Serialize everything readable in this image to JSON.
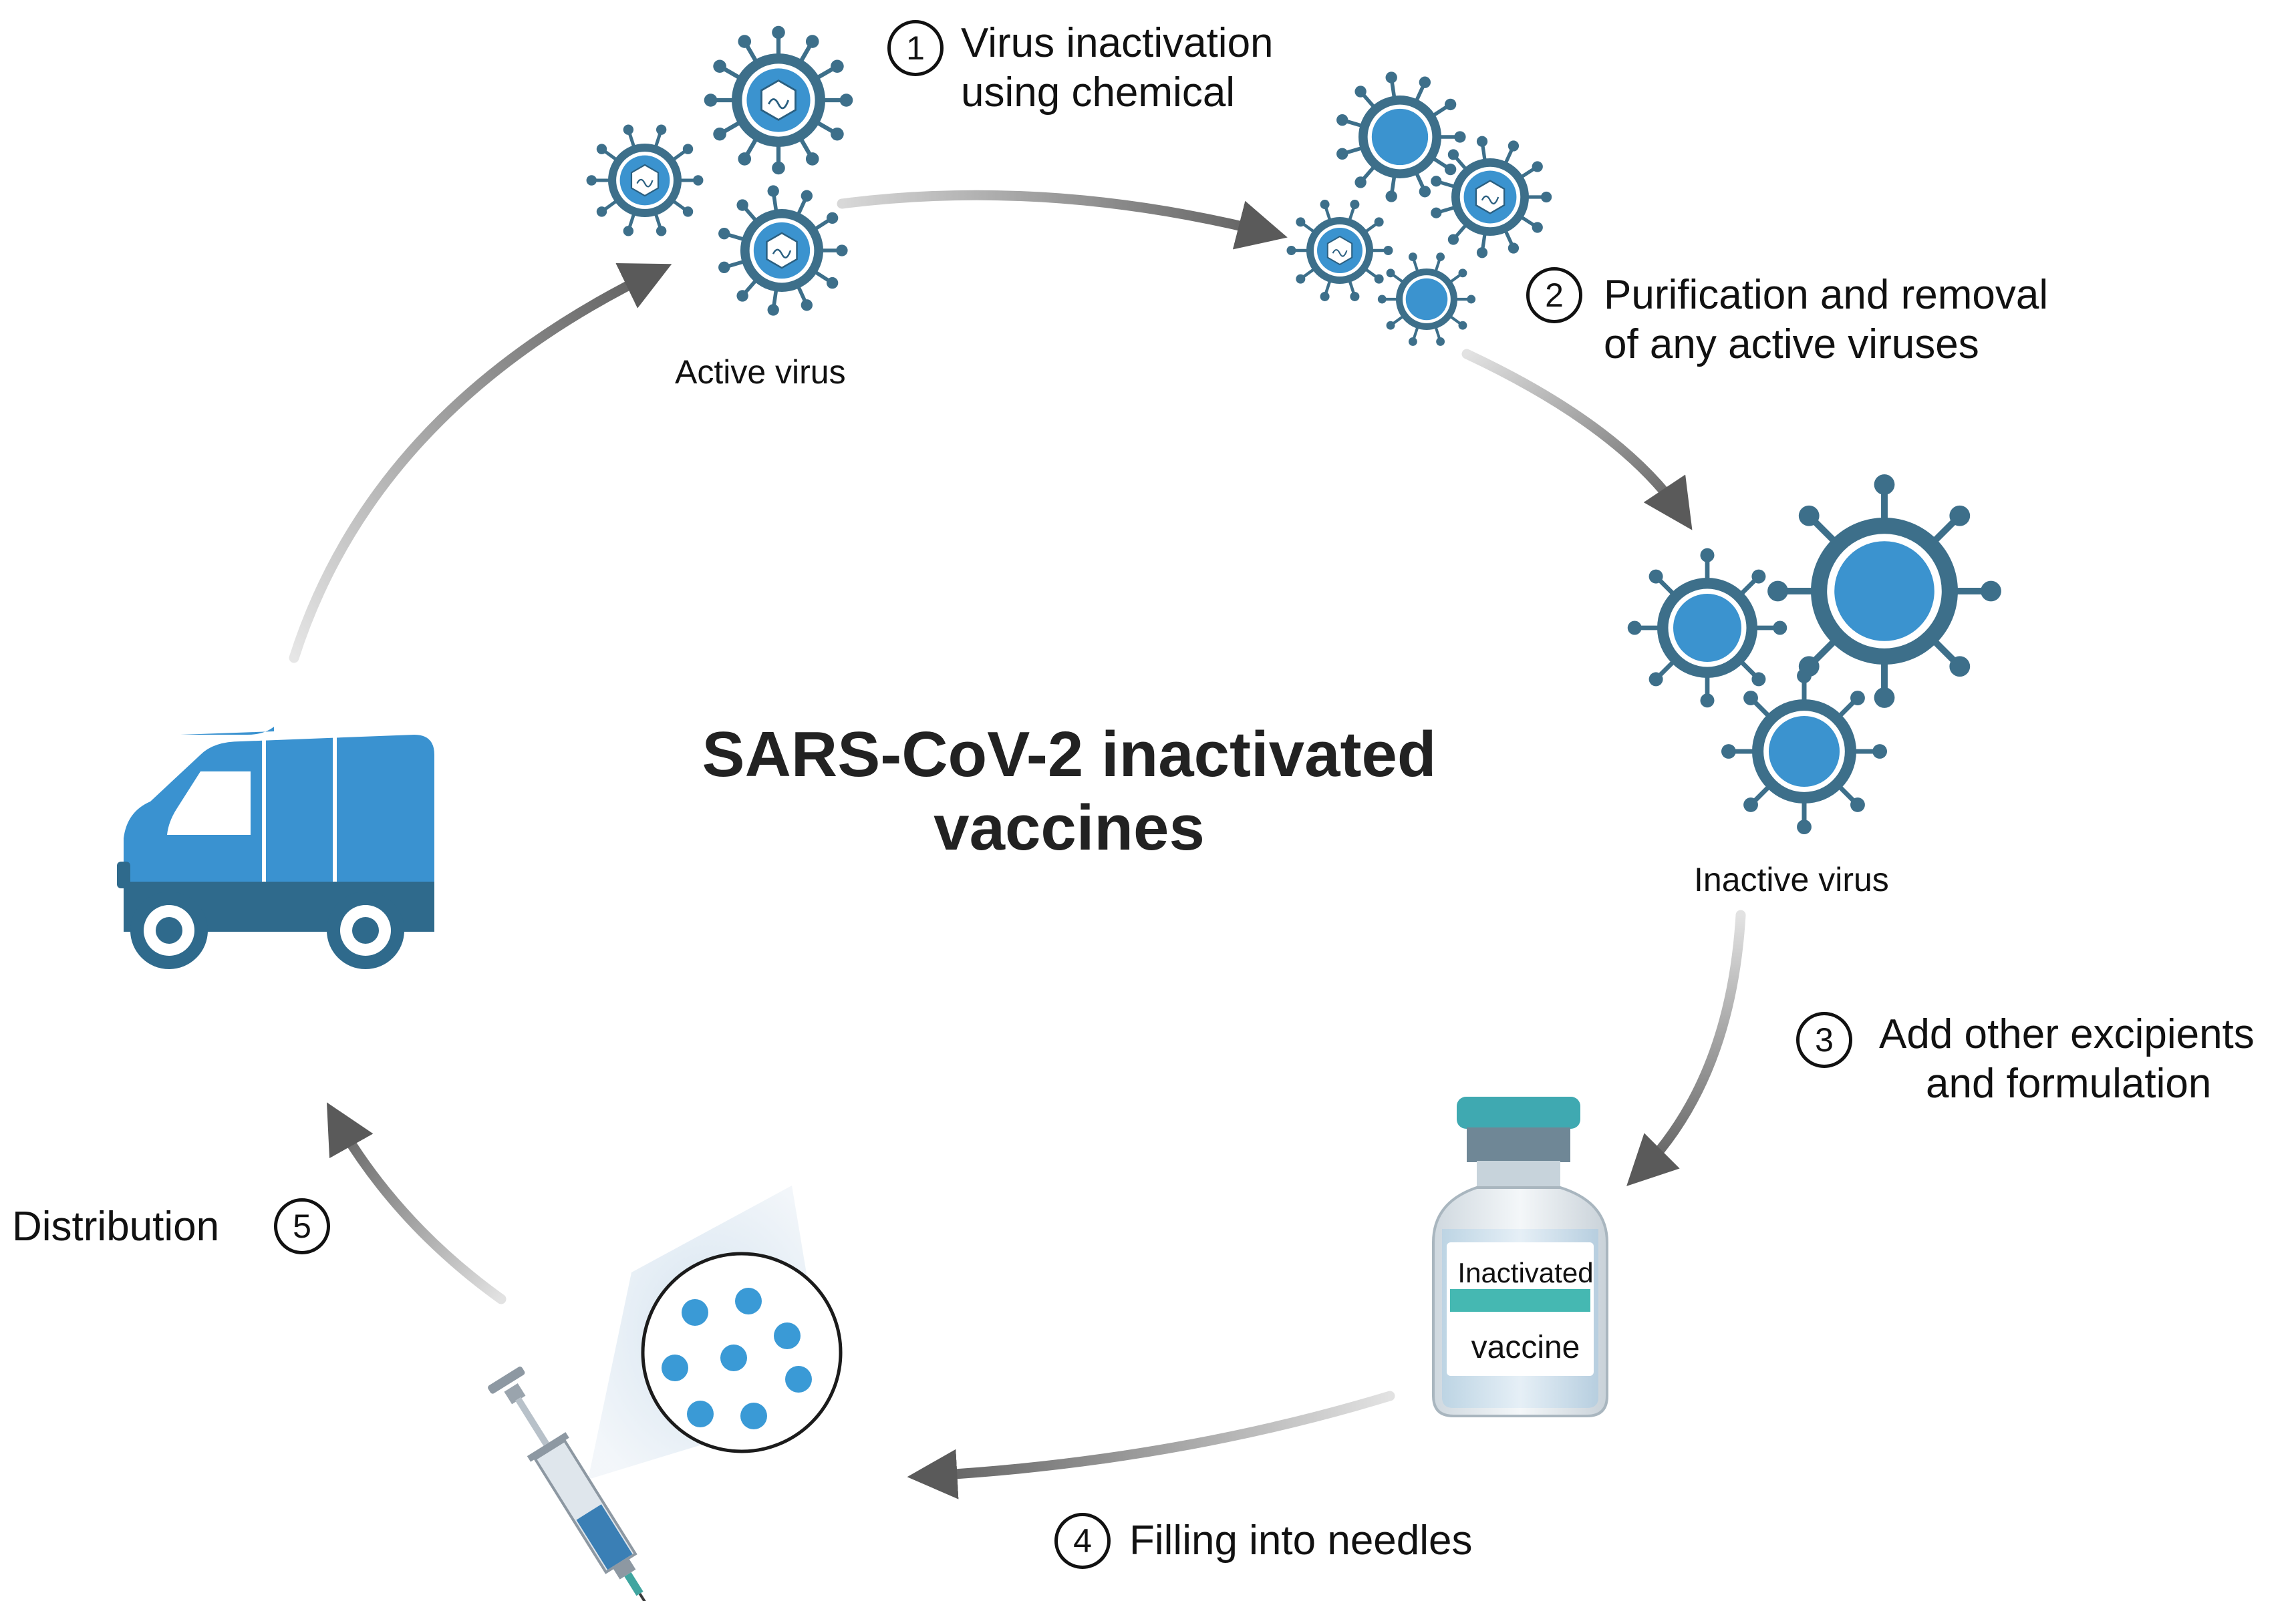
{
  "title": "SARS-CoV-2 inactivated vaccines",
  "labels": {
    "active_virus": "Active virus",
    "inactive_virus": "Inactive virus"
  },
  "steps": [
    {
      "num": "1",
      "line1": "Virus inactivation",
      "line2": "using chemical"
    },
    {
      "num": "2",
      "line1": "Purification and removal",
      "line2": "of any active viruses"
    },
    {
      "num": "3",
      "line1": "Add other excipients",
      "line2": "and formulation"
    },
    {
      "num": "4",
      "line1": "Filling into needles",
      "line2": ""
    },
    {
      "num": "5",
      "line1": "Distribution",
      "line2": ""
    }
  ],
  "vial_label": {
    "line1": "Inactivated",
    "line2": "vaccine"
  },
  "colors": {
    "virus_blue": "#3b93cf",
    "virus_dark": "#3d6f8a",
    "van_blue": "#3a92d0",
    "van_dark": "#2f6a8c",
    "arrow_gray": "#6b6b6b",
    "vial_teal": "#45b8b2"
  }
}
